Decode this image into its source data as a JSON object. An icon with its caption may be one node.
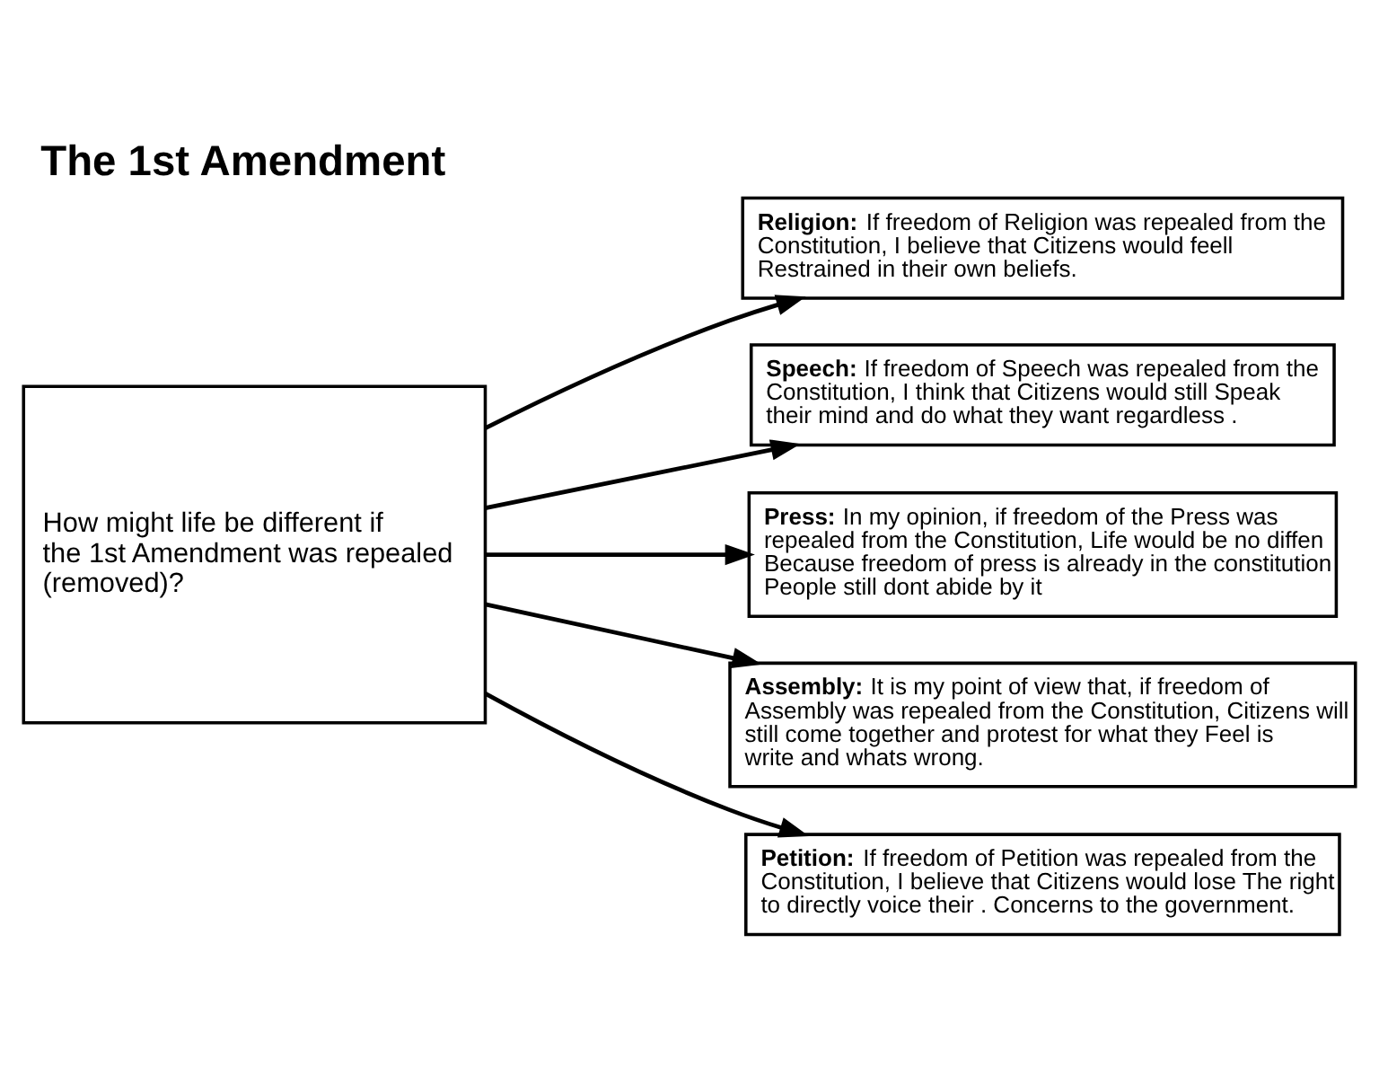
{
  "diagram": {
    "title": "The 1st Amendment",
    "nodes": [
      {
        "text": [
          "How might life be different if the 1st Amendment was repealed (removed)?"
        ]
      },
      {
        "text": [
          "Religion:",
          "If freedom of Religion was repealed from the Constitution, I believe that Citizens would feell Restrained in their own beliefs."
        ]
      },
      {
        "text": [
          "Speech:",
          "If freedom of Speech was repealed from the Constitution, I think that Citizens would still Speak their mind and do what they want regardless ."
        ]
      },
      {
        "text": [
          "Press:",
          "In my opinion, if freedom of the Press was repealed from the Constitution, Life would be no diffen Because freedom of press is already in the constitution People still dont abide by it"
        ]
      },
      {
        "text": [
          "Assembly:",
          "It is my point of view that, if freedom of Assembly was repealed from the Constitution, Citizens will still come together and protest for what they Feel is write and whats wrong."
        ]
      },
      {
        "text": [
          "Petition:",
          "If freedom of Petition was repealed from the Constitution, I believe that Citizens would lose The right to directly voice their . Concerns to the government."
        ]
      }
    ],
    "edges": [
      {
        "from": 0,
        "to": 1,
        "arrow": "to"
      },
      {
        "from": 0,
        "to": 2,
        "arrow": "to"
      },
      {
        "from": 0,
        "to": 3,
        "arrow": "to"
      },
      {
        "from": 0,
        "to": 4,
        "arrow": "to"
      },
      {
        "from": 0,
        "to": 5,
        "arrow": "to"
      }
    ]
  }
}
